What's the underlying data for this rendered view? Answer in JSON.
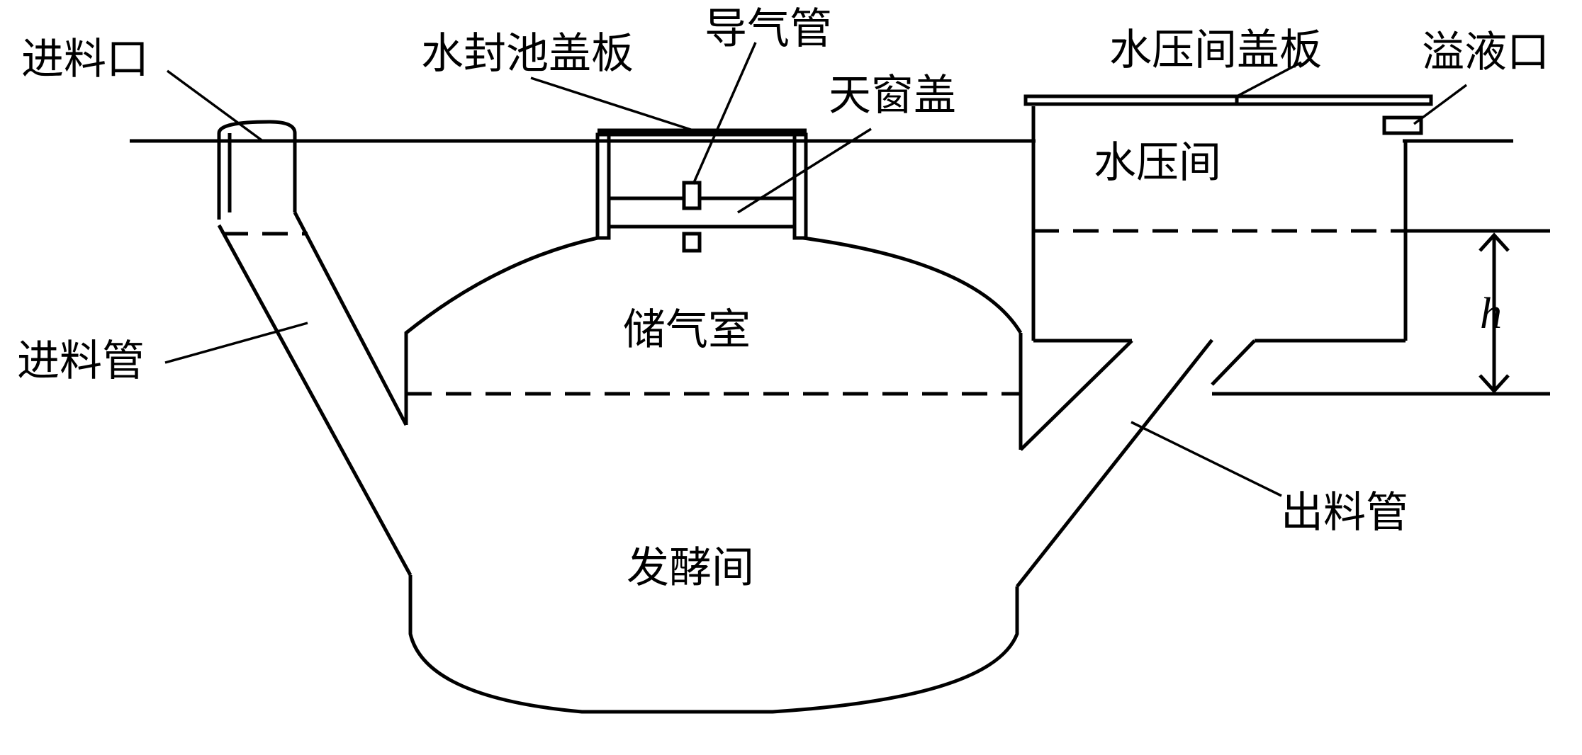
{
  "labels": {
    "feed_inlet": "进料口",
    "water_seal_cover": "水封池盖板",
    "gas_pipe": "导气管",
    "skylight_cover": "天窗盖",
    "pressure_room_cover": "水压间盖板",
    "overflow_outlet": "溢液口",
    "pressure_room": "水压间",
    "gas_storage": "储气室",
    "feed_pipe": "进料管",
    "discharge_pipe": "出料管",
    "fermentation_room": "发酵间",
    "height_symbol": "h"
  }
}
